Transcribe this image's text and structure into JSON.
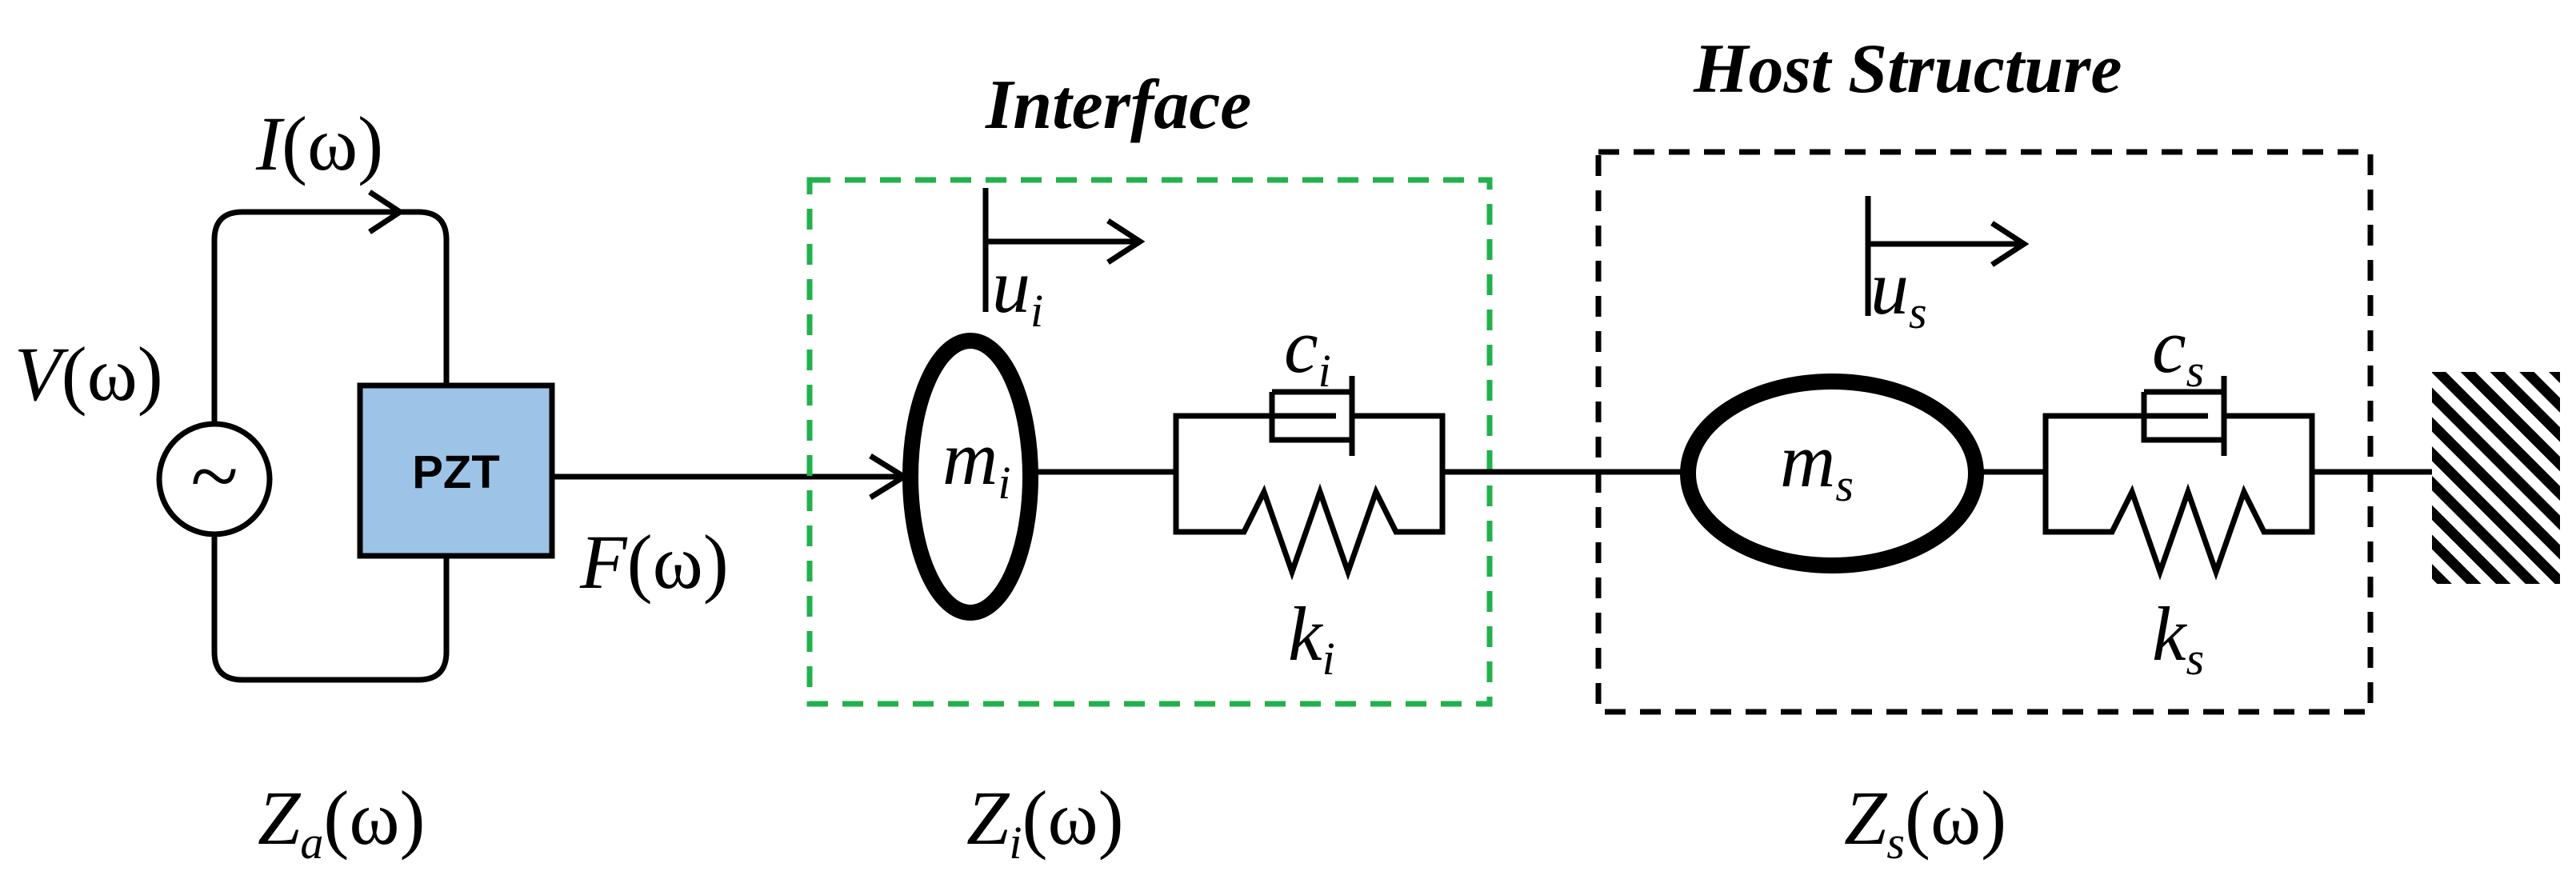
{
  "labels": {
    "interface_title": "Interface",
    "host_title": "Host Structure",
    "pzt": "PZT",
    "I_sym": "I",
    "V_sym": "V",
    "F_sym": "F",
    "omega_arg": "(ω)",
    "source_glyph": "~",
    "u_i": {
      "main": "u",
      "sub": "i"
    },
    "u_s": {
      "main": "u",
      "sub": "s"
    },
    "m_i": {
      "main": "m",
      "sub": "i"
    },
    "m_s": {
      "main": "m",
      "sub": "s"
    },
    "c_i": {
      "main": "c",
      "sub": "i"
    },
    "c_s": {
      "main": "c",
      "sub": "s"
    },
    "k_i": {
      "main": "k",
      "sub": "i"
    },
    "k_s": {
      "main": "k",
      "sub": "s"
    },
    "Z_a": {
      "main": "Z",
      "sub": "a",
      "arg": "(ω)"
    },
    "Z_i": {
      "main": "Z",
      "sub": "i",
      "arg": "(ω)"
    },
    "Z_s": {
      "main": "Z",
      "sub": "s",
      "arg": "(ω)"
    }
  },
  "colors": {
    "interface_box": "#22b14c",
    "host_box": "#000000",
    "pzt_fill": "#9dc3e6",
    "line": "#000000"
  }
}
